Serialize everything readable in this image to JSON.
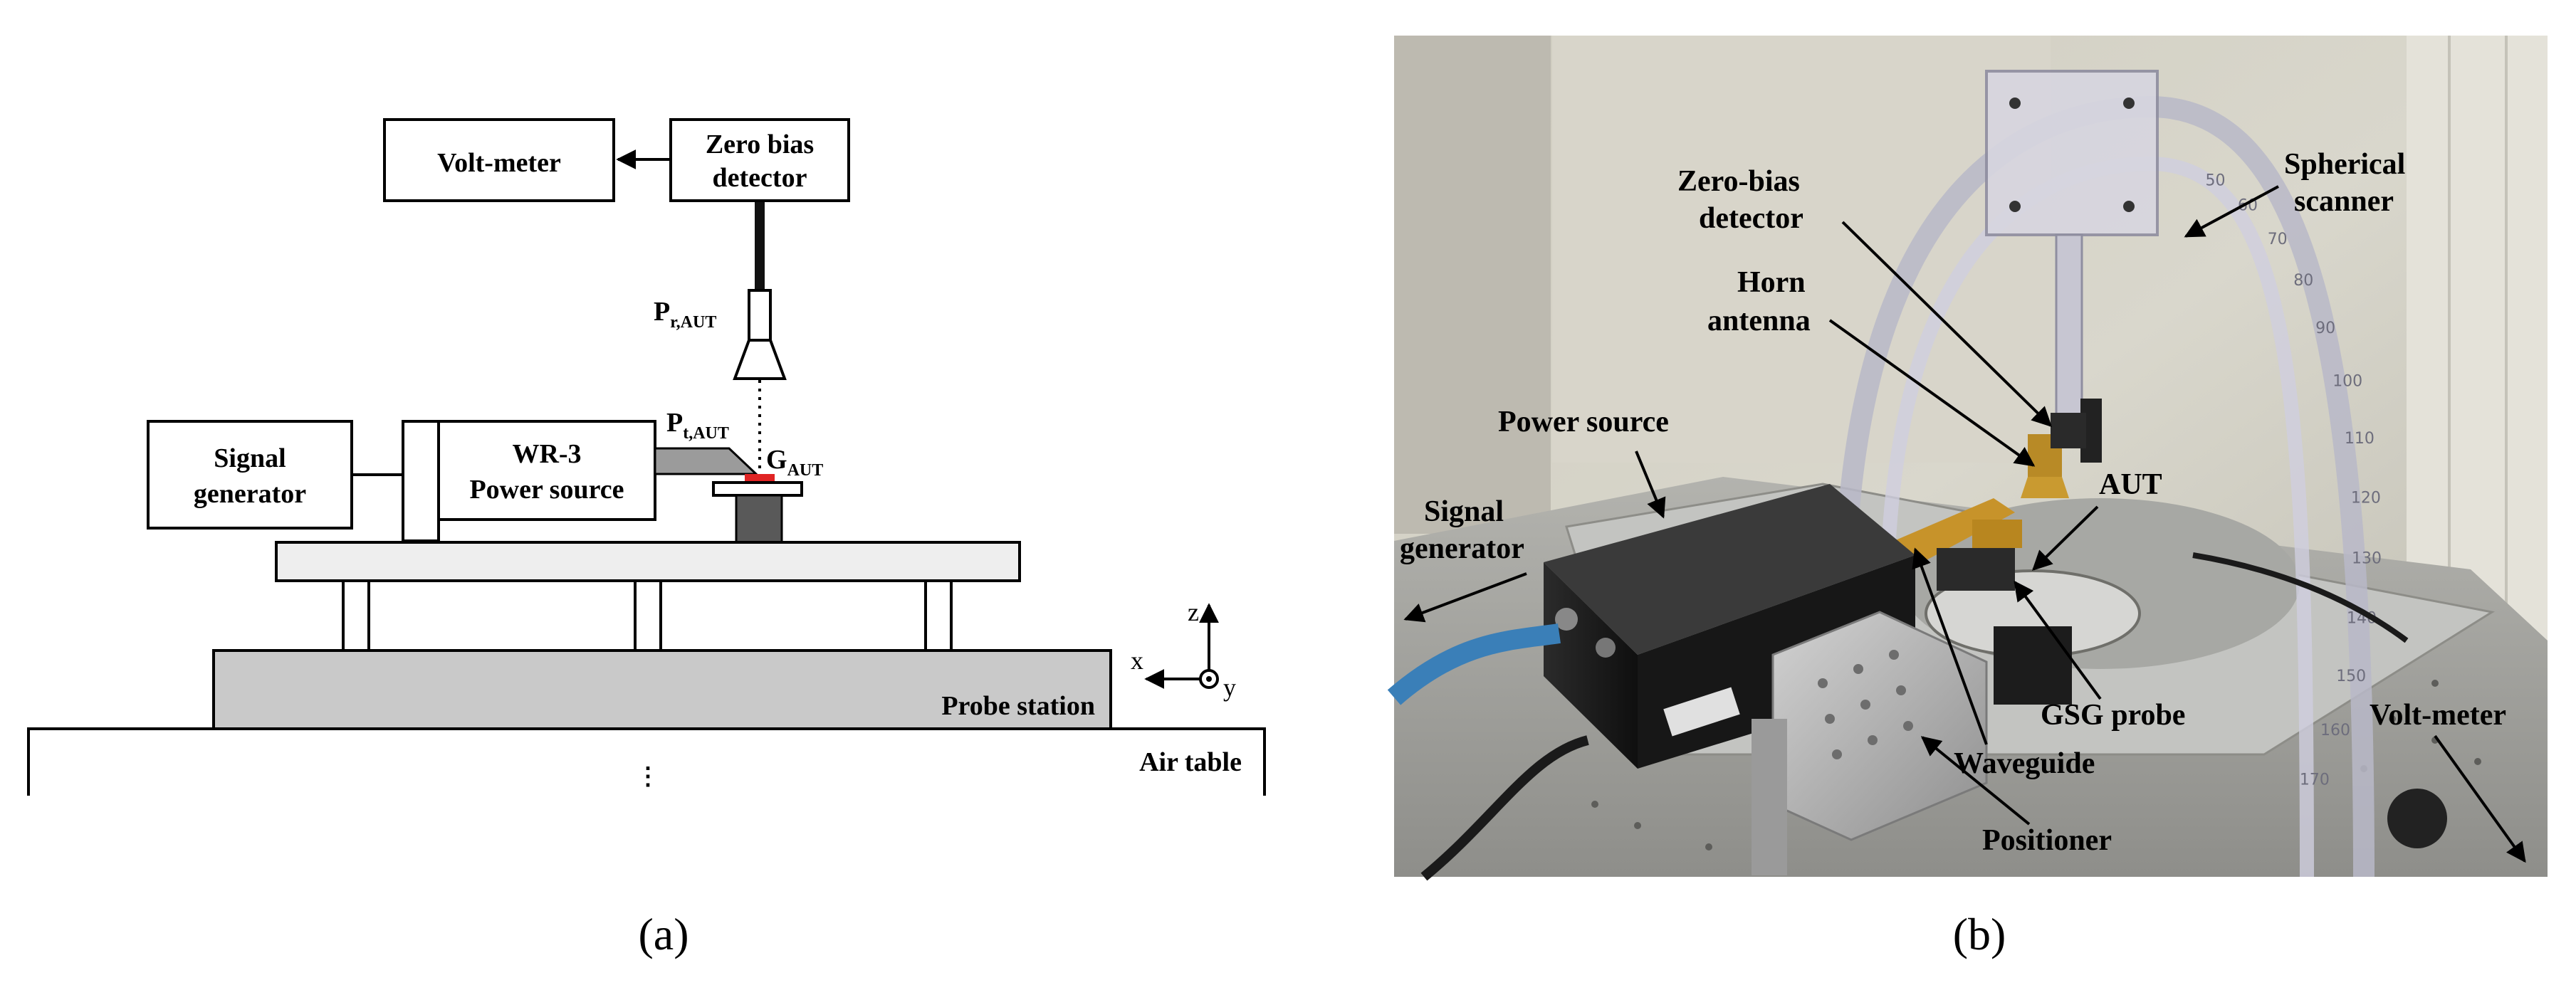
{
  "panel_a": {
    "caption": "(a)",
    "voltmeter": "Volt-meter",
    "zero_bias_line1": "Zero bias",
    "zero_bias_line2": "detector",
    "pr_main": "P",
    "pr_sub": "r,AUT",
    "pt_main": "P",
    "pt_sub": "t,AUT",
    "g_main": "G",
    "g_sub": "AUT",
    "signal_gen_line1": "Signal",
    "signal_gen_line2": "generator",
    "wr3_line1": "WR-3",
    "wr3_line2": "Power source",
    "probe_station": "Probe station",
    "air_table": "Air table",
    "ellipsis": "⋮",
    "axis_z": "z",
    "axis_x": "x",
    "axis_y": "y"
  },
  "panel_b": {
    "caption": "(b)",
    "labels": {
      "zero_bias_1": "Zero-bias",
      "zero_bias_2": "detector",
      "spherical_1": "Spherical",
      "spherical_2": "scanner",
      "horn_1": "Horn",
      "horn_2": "antenna",
      "power_source": "Power source",
      "aut": "AUT",
      "signal_1": "Signal",
      "signal_2": "generator",
      "gsg_probe": "GSG probe",
      "volt_meter": "Volt-meter",
      "waveguide": "Waveguide",
      "positioner": "Positioner"
    },
    "scale_marks": [
      "50",
      "60",
      "70",
      "80",
      "90",
      "100",
      "110",
      "120",
      "130",
      "140",
      "150",
      "160",
      "170"
    ]
  }
}
